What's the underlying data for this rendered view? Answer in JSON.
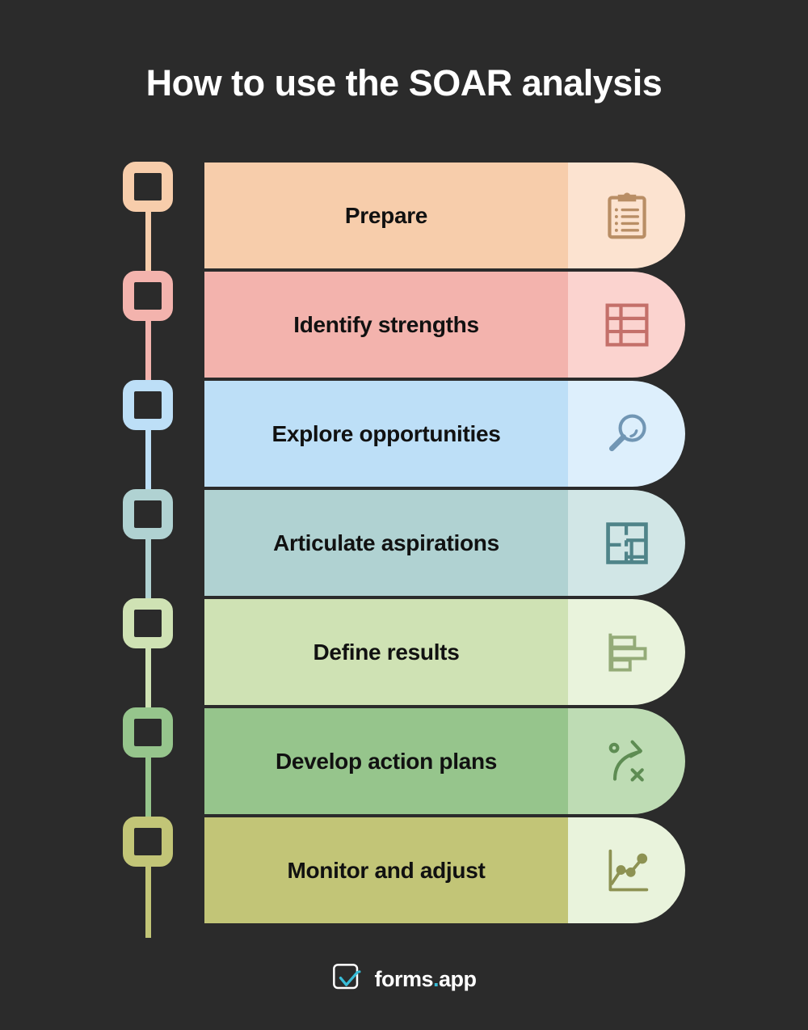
{
  "page": {
    "title": "How to use the SOAR analysis",
    "background_color": "#2b2b2b",
    "title_color": "#ffffff"
  },
  "steps": [
    {
      "index": "1",
      "label": "Prepare",
      "icon": "clipboard-list-icon",
      "bar_color": "#f7cdab",
      "cap_color": "#fce3d0",
      "icon_color": "#b98e65",
      "marker_color": "#f7cdab"
    },
    {
      "index": "2",
      "label": "Identify strengths",
      "icon": "table-grid-icon",
      "bar_color": "#f3b3ad",
      "cap_color": "#fbd3cf",
      "icon_color": "#c4706a",
      "marker_color": "#f3b3ad"
    },
    {
      "index": "3",
      "label": "Explore opportunities",
      "icon": "magnifying-glass-icon",
      "bar_color": "#bddff7",
      "cap_color": "#ddeffc",
      "icon_color": "#7196b4",
      "marker_color": "#bddff7"
    },
    {
      "index": "4",
      "label": "Articulate aspirations",
      "icon": "floorplan-icon",
      "bar_color": "#b0d2d2",
      "cap_color": "#d1e6e6",
      "icon_color": "#4f8489",
      "marker_color": "#b0d2d2"
    },
    {
      "index": "5",
      "label": "Define results",
      "icon": "bar-chart-icon",
      "bar_color": "#cfe2b4",
      "cap_color": "#e9f3dc",
      "icon_color": "#94ab78",
      "marker_color": "#cfe2b4"
    },
    {
      "index": "6",
      "label": "Develop action plans",
      "icon": "strategy-play-icon",
      "bar_color": "#96c58c",
      "cap_color": "#bedcb4",
      "icon_color": "#5e8c53",
      "marker_color": "#96c58c"
    },
    {
      "index": "7",
      "label": "Monitor and adjust",
      "icon": "line-chart-icon",
      "bar_color": "#c2c577",
      "cap_color": "#e9f3dc",
      "icon_color": "#8d9253",
      "marker_color": "#c2c577"
    }
  ],
  "footer": {
    "logo_icon": "forms-app-check-icon",
    "brand_name": "forms",
    "brand_dot": ".",
    "brand_suffix": "app",
    "accent_color": "#38bdd8"
  }
}
